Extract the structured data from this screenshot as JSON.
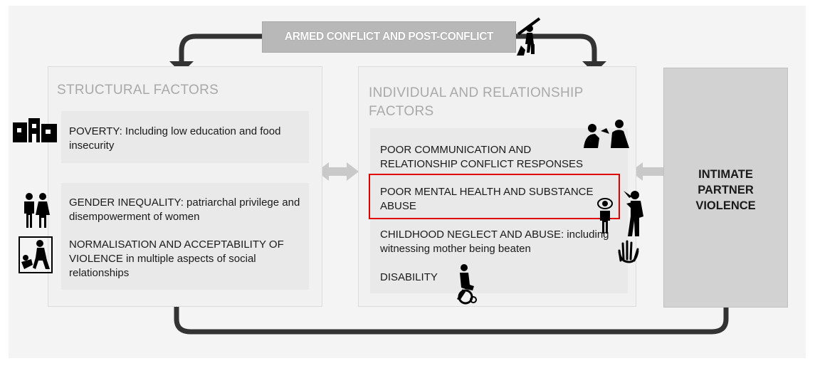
{
  "banner": {
    "label": "ARMED CONFLICT AND POST-CONFLICT"
  },
  "structural": {
    "title": "STRUCTURAL FACTORS",
    "poverty_key": "POVERTY:",
    "poverty_rest": " Including low education and food insecurity",
    "gender_key": "GENDER INEQUALITY:",
    "gender_rest": " patriarchal privilege and disempowerment of women",
    "normal_key": "NORMALISATION AND ACCEPTABILITY OF VIOLENCE",
    "normal_rest": " in multiple aspects of social relationships"
  },
  "individual": {
    "title_line1": "INDIVIDUAL AND RELATIONSHIP",
    "title_line2": "FACTORS",
    "communication": "POOR COMMUNICATION AND RELATIONSHIP CONFLICT RESPONSES",
    "mental_health": "POOR MENTAL HEALTH AND SUBSTANCE ABUSE",
    "neglect_key": "CHILDHOOD NEGLECT AND ABUSE:",
    "neglect_rest": " including witnessing mother being beaten",
    "disability": "DISABILITY"
  },
  "outcome": {
    "line1": "INTIMATE",
    "line2": "PARTNER",
    "line3": "VIOLENCE"
  },
  "highlight_color": "#e00000",
  "icons": [
    "soldier-icon",
    "houses-icon",
    "couple-icon",
    "violence-icon",
    "argument-icon",
    "distressed-person-icon",
    "drinking-person-icon",
    "hand-icon",
    "wheelchair-icon"
  ]
}
